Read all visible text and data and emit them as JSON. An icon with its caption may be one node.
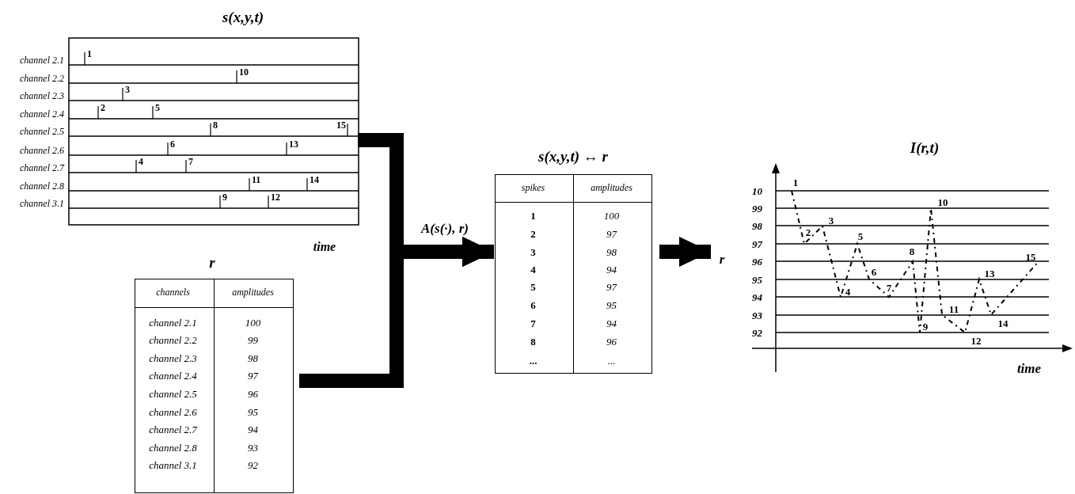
{
  "diagram": {
    "nodes": [
      {
        "text": [
          "s(x,y,t)"
        ]
      },
      {
        "text": [
          "r"
        ]
      },
      {
        "text": [
          "s(x,y,t) ↔ r"
        ]
      },
      {
        "text": [
          "I(r,t)"
        ]
      }
    ],
    "edges": [
      {
        "from": 0,
        "to": 2,
        "arrow": "to",
        "label": "A(s(·), r)"
      },
      {
        "from": 1,
        "to": 2,
        "arrow": "to"
      },
      {
        "from": 2,
        "to": 3,
        "arrow": "to"
      }
    ],
    "labels": [
      "channel 2.1",
      "channel 2.2",
      "channel 2.3",
      "channel 2.4",
      "channel 2.5",
      "channel 2.6",
      "channel 2.7",
      "channel 2.8",
      "channel 3.1",
      "1",
      "10",
      "3",
      "2",
      "5",
      "8",
      "15",
      "6",
      "13",
      "4",
      "7",
      "11",
      "14",
      "9",
      "12",
      "time",
      "channels",
      "amplitudes",
      "channel 2.1",
      "100",
      "channel 2.2",
      "99",
      "channel 2.3",
      "98",
      "channel 2.4",
      "97",
      "channel 2.5",
      "96",
      "channel 2.6",
      "95",
      "channel 2.7",
      "94",
      "channel 2.8",
      "93",
      "channel 3.1",
      "92",
      "spikes",
      "amplitudes",
      "1",
      "100",
      "2",
      "97",
      "3",
      "98",
      "4",
      "94",
      "5",
      "97",
      "6",
      "95",
      "7",
      "94",
      "8",
      "96",
      "...",
      "...",
      "10",
      "99",
      "98",
      "97",
      "96",
      "95",
      "94",
      "93",
      "92",
      "r",
      "1",
      "2",
      "3",
      "4",
      "5",
      "6",
      "7",
      "8",
      "9",
      "10",
      "11",
      "12",
      "13",
      "14",
      "15",
      "time"
    ]
  }
}
